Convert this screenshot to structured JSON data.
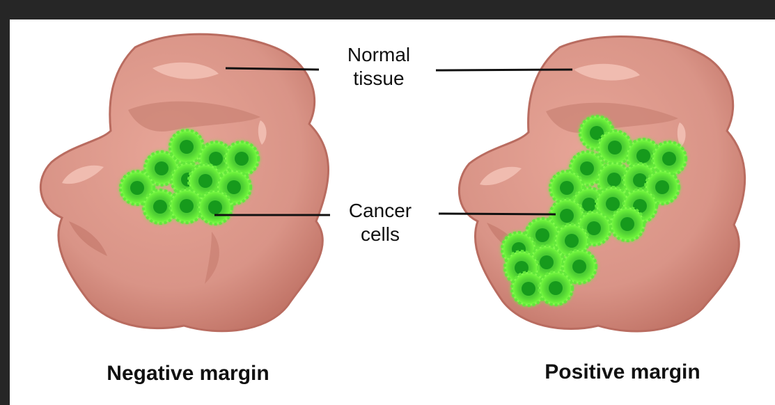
{
  "labels": {
    "normal_line1": "Normal",
    "normal_line2": "tissue",
    "cancer_line1": "Cancer",
    "cancer_line2": "cells",
    "left_caption": "Negative margin",
    "right_caption": "Positive margin"
  },
  "colors": {
    "frame": "#262626",
    "background": "#ffffff",
    "tissue": "#d99487",
    "tissue_dark": "#c27568",
    "tissue_light": "#f1b9ad",
    "cell_glow": "#66ee33",
    "cell_ring": "#4cc92a",
    "nucleus": "#159a1e",
    "leader_line": "#111111"
  },
  "icons": [
    "tissue-blob",
    "cancer-cell",
    "leader-line"
  ]
}
